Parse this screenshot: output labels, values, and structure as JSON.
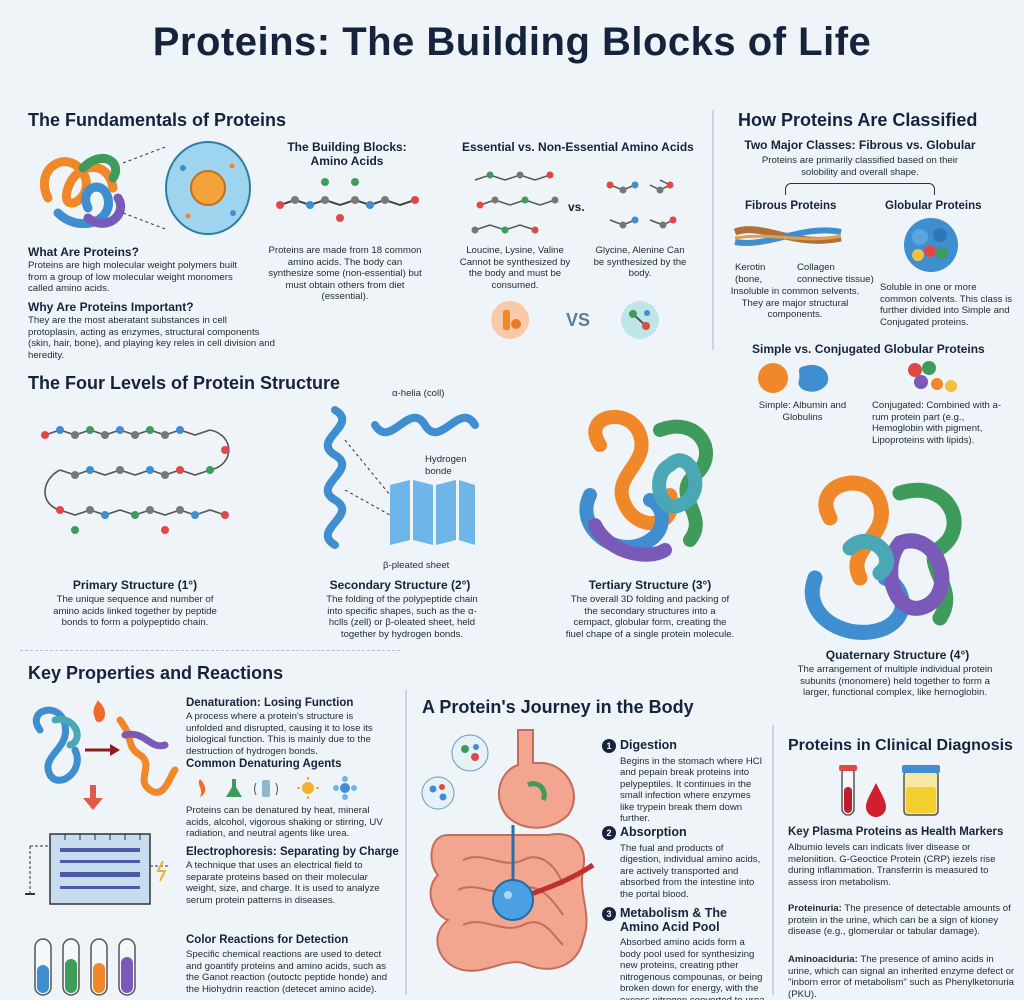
{
  "title": "Proteins: The Building Blocks of Life",
  "fundamentals": {
    "heading": "The Fundamentals of Proteins",
    "what_title": "What Are Proteins?",
    "what_text": "Proteins are high molecular weight polymers built from a group of low molecular weight monomers called amino acids.",
    "why_title": "Why Are Proteins Important?",
    "why_text": "They are the most aberatant substances in cell protoplasin, acting as enzymes, structural components (skin, hair, bone), and playing key reles in cell division and heredity.",
    "blocks_title": "The Building Blocks: Amino Acids",
    "blocks_text": "Proteins are made from 18 common amino acids. The body can synthesize some (non-essential) but must obtain others from diet (essential).",
    "ess_title": "Essential vs. Non-Essential Amino Acids",
    "vs_label": "vs.",
    "ess_left": "Loucine, Lysine, Valine Cannot be synthesized by the body and must be consumed.",
    "ess_right": "Glycine, Alenine Can be synthesized by the body.",
    "vs_badge": "VS"
  },
  "classified": {
    "heading": "How Proteins Are Classified",
    "major_title": "Two Major Classes: Fibrous vs. Globular",
    "major_text": "Proteins are primarily classified based on their solobility and overall shape.",
    "fibrous_title": "Fibrous Proteins",
    "globular_title": "Globular Proteins",
    "kerotin": "Kerotin (bone,",
    "collagen": "Collagen connective tissue)",
    "fibrous_text": "Insoluble in common selvents. They are major structural components.",
    "globular_text": "Soluble in one or more common colvents. This class is further divided into Simple and Conjugated proteins.",
    "simple_title": "Simple vs. Conjugated Globular Proteins",
    "simple_text": "Simple: Albumin and Globulins",
    "conj_text": "Conjugated: Combined with a-rum protein part (e.g., Hemoglobin with pigment, Lipoproteins with lipids)."
  },
  "levels": {
    "heading": "The Four Levels of Protein Structure",
    "helix_label": "α-helia (coll)",
    "hbond_label": "Hydrogen bonde",
    "sheet_label": "β-pleated sheet",
    "primary_title": "Primary Structure (1°)",
    "primary_text": "The unique sequence and number of amino acids linked together by peptide bonds to form a polypeptido chain.",
    "secondary_title": "Secondary Structure (2°)",
    "secondary_text": "The folding of the polypeptide chain into specific shapes, such as the α-hclls (zell) or β-oleated sheet, held together by hydrogen bonds.",
    "tertiary_title": "Tertiary Structure (3°)",
    "tertiary_text": "The overall 3D folding and packing of the secondary structures into a cempact, globular form, creating the fiuel chape of a single protein molecule.",
    "quaternary_title": "Quaternary Structure (4°)",
    "quaternary_text": "The arrangement of multiple individual protein subunits (monomere) held together to form a larger, functional complex, like hernoglobin."
  },
  "properties": {
    "heading": "Key Properties and Reactions",
    "denat_title": "Denaturation: Losing Function",
    "denat_text": "A process where a protein's structure is unfolded and disrupted, causing it to lose its biological function. This is mainly due to the destruction of hydrogen bonds.",
    "agents_title": "Common Denaturing Agents",
    "agents_text": "Proteins can be denatured by heat, mineral acids, alcohol, vigorous shaking or stirring, UV radiation, and neutral agents like urea.",
    "electro_title": "Electrophoresis: Separating by Charge",
    "electro_text": "A technique that uses an electrical field to separate proteins based on their molecular weight, size, and charge. It is used to analyze serum protein patterns in diseases.",
    "color_title": "Color Reactions for Detection",
    "color_text": "Specific chemical reactions are used to detect and goantify proteins and amino acids, such as the Ganot reaction (outoctc peptide honde) and the Hiohydrin reaction (detecet amino acide)."
  },
  "journey": {
    "heading": "A Protein's Journey in the Body",
    "steps": [
      {
        "num": "1",
        "title": "Digestion",
        "text": "Begins in the stomach where HCl and pepain break proteins into pelypeptiles. It continues in the small infection where enzymes like trypein break them down further."
      },
      {
        "num": "2",
        "title": "Absorption",
        "text": "The fual and products of digestion, individual amino acids, are actively transported and absorbed from the intestine into the portal blood."
      },
      {
        "num": "3",
        "title": "Metabolism & The Amino Acid Pool",
        "text": "Absorbed amino acids form a body pool used for synthesizing new proteins, creating pther nitrogenous compounas, or being broken down for energy, with the excess nitrogen converted to urea for excretion."
      }
    ]
  },
  "clinical": {
    "heading": "Proteins in Clinical Diagnosis",
    "markers_title": "Key Plasma Proteins as Health Markers",
    "markers_text": "Albumio levels can indicats liver disease or meloniition. G-Geoctice Protein (CRP) iezels rise during inflammation. Transferrin is measured to assess iron metabolism.",
    "proteinuria_title": "Proteinuria:",
    "proteinuria_text": "The presence of detectable amounts of protein in the urine, which can be a sign of kioney disease (e.g., glomerular or tabular damage).",
    "aminoaciduria_title": "Aminoaciduria:",
    "aminoaciduria_text": "The presence of amino acids in urine, which can signal an inherited enzyme defect or \"inborn error of metabolism\" such as Phenylketonuria (PKU)."
  },
  "colors": {
    "navy": "#15233d",
    "orange": "#f0882a",
    "green": "#3f9b5c",
    "blue": "#3f8ed0",
    "purple": "#7a5ab8",
    "teal": "#4aa7b5"
  }
}
